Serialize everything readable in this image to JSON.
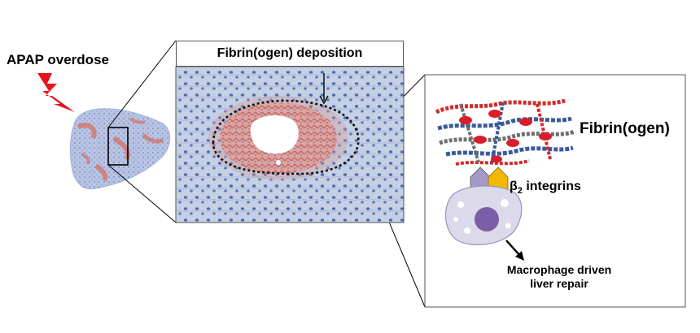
{
  "labels": {
    "apap": "APAP overdose",
    "panel_title": "Fibrin(ogen) deposition",
    "fibrinogen": "Fibrin(ogen)",
    "beta": "β",
    "beta_sub": "2",
    "integrins": " integrins",
    "macrophage_line1": "Macrophage driven",
    "macrophage_line2": "liver repair"
  },
  "colors": {
    "bolt": "#e8141b",
    "tissue_bg": "#b9c6de",
    "nuclei": "#4f6bb0",
    "fibrin_stain": "#c85a5a",
    "fibrin_red": "#d42a2a",
    "fibrin_blue": "#3a5a9a",
    "fibrin_gray": "#6e6e6e",
    "rbc": "#d91e2b",
    "integrin_purple": "#a49ac8",
    "integrin_yellow": "#f0b800",
    "cell_body": "#dcd9ea",
    "cell_nucleus": "#7b5ea6"
  }
}
